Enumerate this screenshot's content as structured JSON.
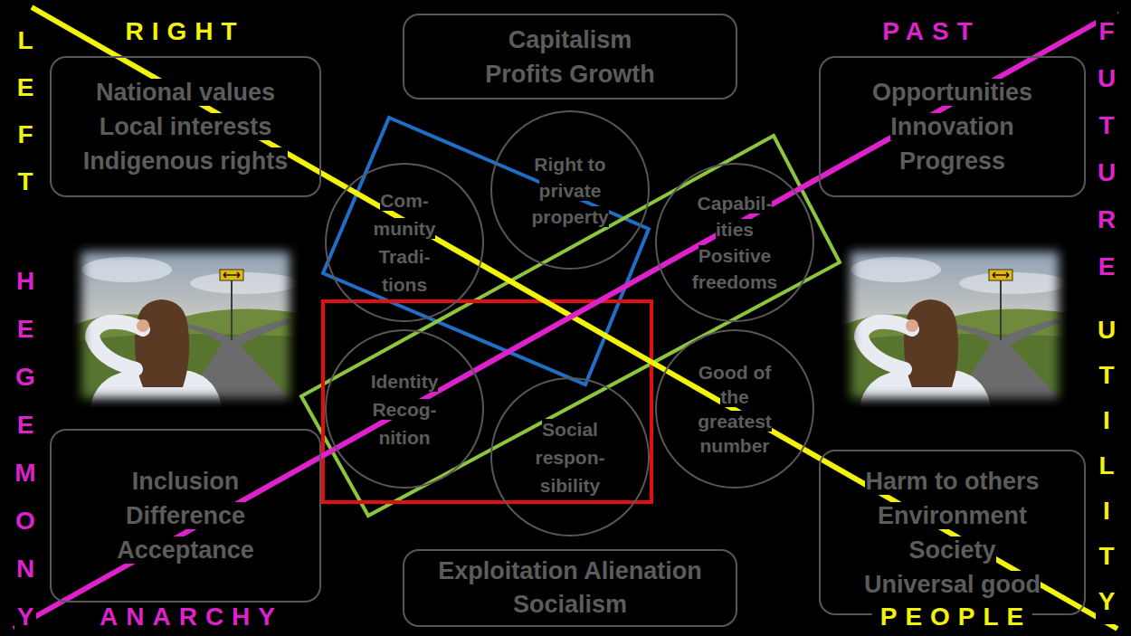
{
  "diagram": {
    "nodes": [
      {
        "text": [
          "National values Local interests Indigenous rights"
        ]
      },
      {
        "text": [
          "Capitalism Profits Growth"
        ]
      },
      {
        "text": [
          "Opportunities Innovation Progress"
        ]
      },
      {
        "text": [
          "Com- munity Tradi- tions"
        ]
      },
      {
        "text": [
          "Right to private property"
        ]
      },
      {
        "text": [
          "Capabil- ities Positive freedoms"
        ]
      },
      {
        "text": [
          "Identity Recog- nition"
        ]
      },
      {
        "text": [
          "Social respon- sibility"
        ]
      },
      {
        "text": [
          "Good of the greatest number"
        ]
      },
      {
        "text": [
          "Inclusion Difference Acceptance"
        ]
      },
      {
        "text": [
          "Exploitation Alienation Socialism"
        ]
      },
      {
        "text": [
          "Harm to others Environment Society Universal good"
        ]
      }
    ],
    "labels": [
      "RIGHT",
      "LEFT",
      "HEGEMONY",
      "ANARCHY",
      "PAST",
      "FUTURE",
      "UTILITY",
      "PEOPLE"
    ]
  }
}
